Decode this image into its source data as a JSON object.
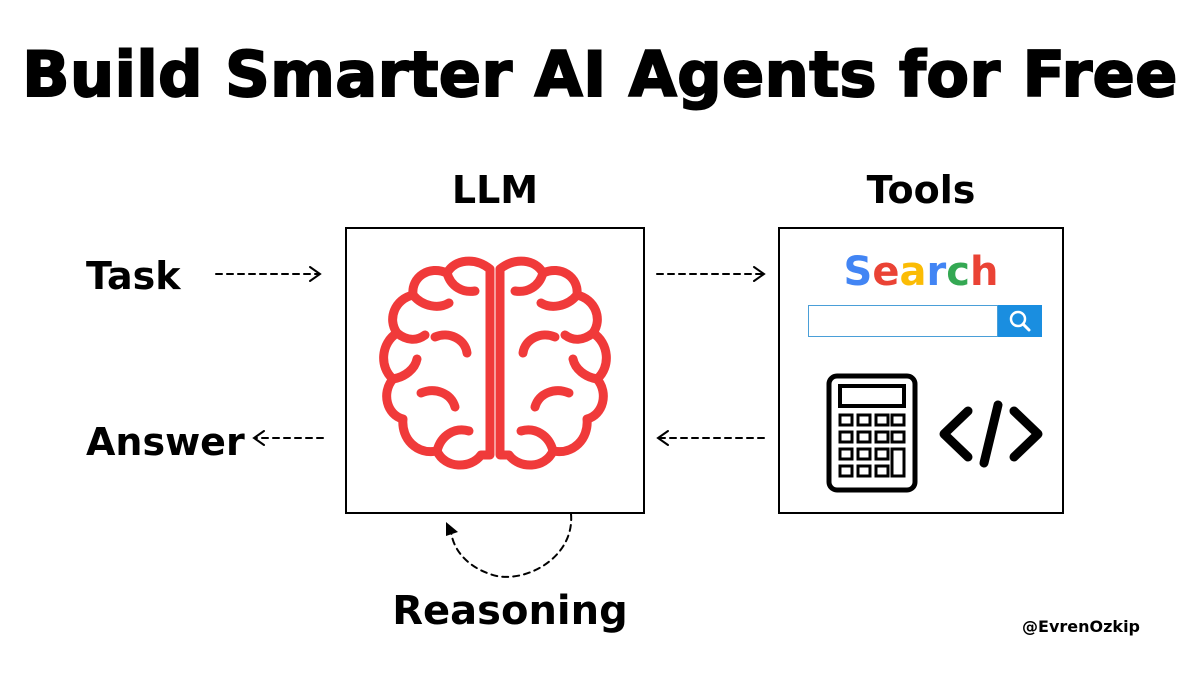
{
  "title": "Build Smarter AI Agents for Free",
  "llm_label": "LLM",
  "tools_label": "Tools",
  "task_label": "Task",
  "answer_label": "Answer",
  "reasoning_label": "Reasoning",
  "handle": "@EvrenOzkip",
  "search": {
    "letters": [
      {
        "char": "S",
        "color": "#4285F4"
      },
      {
        "char": "e",
        "color": "#EA4335"
      },
      {
        "char": "a",
        "color": "#FBBC05"
      },
      {
        "char": "r",
        "color": "#4285F4"
      },
      {
        "char": "c",
        "color": "#34A853"
      },
      {
        "char": "h",
        "color": "#EA4335"
      }
    ],
    "input_value": "",
    "button_color": "#1a8ee0"
  },
  "colors": {
    "brain": "#f03a3a"
  },
  "icons": [
    "brain-icon",
    "search-icon",
    "calculator-icon",
    "code-icon"
  ]
}
